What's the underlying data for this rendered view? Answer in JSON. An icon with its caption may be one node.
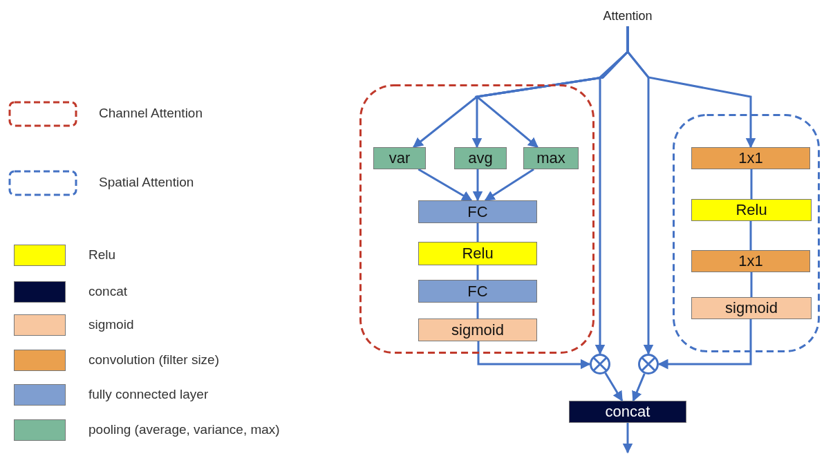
{
  "diagram": {
    "nodes": [
      {
        "text": [
          "Attention"
        ]
      },
      {
        "text": [],
        "shape": "box"
      },
      {
        "text": [
          "var"
        ],
        "in": 1
      },
      {
        "text": [
          "avg"
        ],
        "in": 1
      },
      {
        "text": [
          "max"
        ],
        "in": 1
      },
      {
        "text": [
          "FC"
        ],
        "in": 1
      },
      {
        "text": [
          "Relu"
        ],
        "in": 1
      },
      {
        "text": [
          "FC"
        ],
        "in": 1
      },
      {
        "text": [
          "sigmoid"
        ],
        "in": 1
      },
      {
        "text": [],
        "shape": "box"
      },
      {
        "text": [
          "1x1"
        ],
        "in": 9
      },
      {
        "text": [
          "Relu"
        ],
        "in": 9
      },
      {
        "text": [
          "1x1"
        ],
        "in": 9
      },
      {
        "text": [
          "sigmoid"
        ],
        "in": 9
      },
      {
        "text": [],
        "shape": "circle"
      },
      {
        "text": [],
        "shape": "circle"
      },
      {
        "text": [
          "concat"
        ]
      }
    ],
    "edges": [
      {
        "from": 0,
        "to": 2,
        "arrow": "to"
      },
      {
        "from": 0,
        "to": 3,
        "arrow": "to"
      },
      {
        "from": 0,
        "to": 4,
        "arrow": "to"
      },
      {
        "from": 0,
        "to": 14,
        "arrow": "to"
      },
      {
        "from": 0,
        "to": 15,
        "arrow": "to"
      },
      {
        "from": 0,
        "to": 10,
        "arrow": "to"
      },
      {
        "from": 2,
        "to": 5,
        "arrow": "to"
      },
      {
        "from": 3,
        "to": 5,
        "arrow": "to"
      },
      {
        "from": 4,
        "to": 5,
        "arrow": "to"
      },
      {
        "from": 5,
        "to": 6,
        "arrow": "none"
      },
      {
        "from": 6,
        "to": 7,
        "arrow": "none"
      },
      {
        "from": 7,
        "to": 8,
        "arrow": "none"
      },
      {
        "from": 8,
        "to": 14,
        "arrow": "to"
      },
      {
        "from": 10,
        "to": 11,
        "arrow": "none"
      },
      {
        "from": 11,
        "to": 12,
        "arrow": "none"
      },
      {
        "from": 12,
        "to": 13,
        "arrow": "none"
      },
      {
        "from": 13,
        "to": 15,
        "arrow": "to"
      },
      {
        "from": 14,
        "to": 16,
        "arrow": "to"
      },
      {
        "from": 15,
        "to": 16,
        "arrow": "to"
      },
      {
        "from": 16,
        "to": null,
        "arrow": "to"
      }
    ],
    "legend": [
      {
        "text": "Channel Attention"
      },
      {
        "text": "Spatial Attention"
      },
      {
        "text": "Relu",
        "color": "#ffff00"
      },
      {
        "text": "concat",
        "color": "#020b3c"
      },
      {
        "text": "sigmoid",
        "color": "#f8c7a0"
      },
      {
        "text": "convolution (filter size)",
        "color": "#eaa04e"
      },
      {
        "text": "fully connected layer",
        "color": "#7f9ed0"
      },
      {
        "text": "pooling (average, variance, max)",
        "color": "#7bb89a"
      }
    ]
  }
}
